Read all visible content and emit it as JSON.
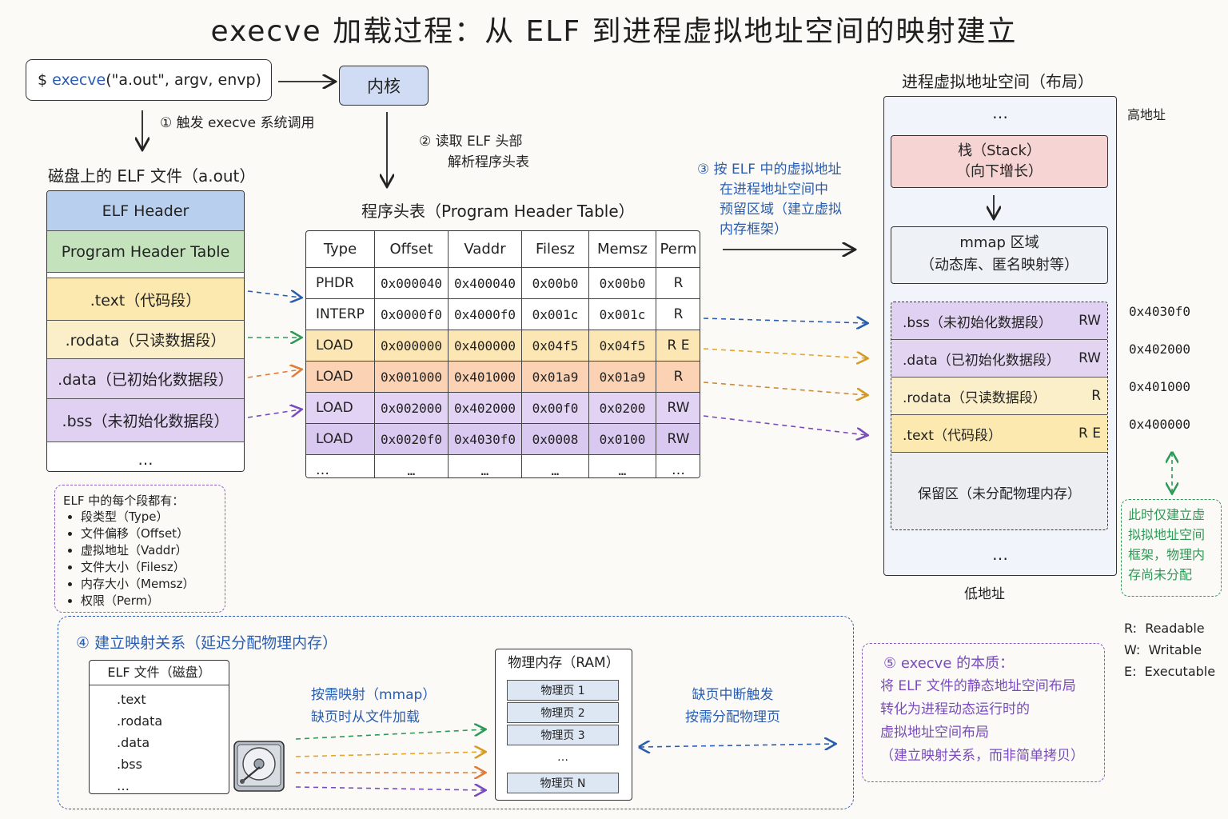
{
  "title": "execve 加载过程：从 ELF 到进程虚拟地址空间的映射建立",
  "command": {
    "prefix": "$ ",
    "func": "execve",
    "args": "(\"a.out\", argv, envp)"
  },
  "kernel": "内核",
  "steps": {
    "s1": "① 触发 execve 系统调用",
    "s2_line1": "② 读取 ELF 头部",
    "s2_line2": "解析程序头表",
    "s3_lines": [
      "③ 按 ELF 中的虚拟地址",
      "在进程地址空间中",
      "预留区域（建立虚拟",
      "内存框架）"
    ]
  },
  "elf_file": {
    "title": "磁盘上的 ELF 文件（a.out）",
    "sections": [
      {
        "label": "ELF Header",
        "color": "#b9cfee"
      },
      {
        "label": "Program Header Table",
        "color": "#c4e3bd"
      },
      {
        "label": ".text（代码段）",
        "color": "#fbe9b0"
      },
      {
        "label": ".rodata（只读数据段）",
        "color": "#fbefc9"
      },
      {
        "label": ".data（已初始化数据段）",
        "color": "#e3d5f1"
      },
      {
        "label": ".bss（未初始化数据段）",
        "color": "#e0d0f2"
      },
      {
        "label": "…",
        "color": "#ffffff"
      }
    ]
  },
  "elf_note": {
    "title": "ELF 中的每个段都有：",
    "items": [
      "段类型（Type）",
      "文件偏移（Offset）",
      "虚拟地址（Vaddr）",
      "文件大小（Filesz）",
      "内存大小（Memsz）",
      "权限（Perm）"
    ]
  },
  "pht": {
    "title": "程序头表（Program Header Table）",
    "headers": [
      "Type",
      "Offset",
      "Vaddr",
      "Filesz",
      "Memsz",
      "Perm"
    ],
    "rows": [
      {
        "cells": [
          "PHDR",
          "0x000040",
          "0x400040",
          "0x00b0",
          "0x00b0",
          "R"
        ],
        "color": "#ffffff"
      },
      {
        "cells": [
          "INTERP",
          "0x0000f0",
          "0x4000f0",
          "0x001c",
          "0x001c",
          "R"
        ],
        "color": "#ffffff"
      },
      {
        "cells": [
          "LOAD",
          "0x000000",
          "0x400000",
          "0x04f5",
          "0x04f5",
          "R E"
        ],
        "color": "#fce6b4"
      },
      {
        "cells": [
          "LOAD",
          "0x001000",
          "0x401000",
          "0x01a9",
          "0x01a9",
          "R"
        ],
        "color": "#fbd3b4"
      },
      {
        "cells": [
          "LOAD",
          "0x002000",
          "0x402000",
          "0x00f0",
          "0x0200",
          "RW"
        ],
        "color": "#e2d2f3"
      },
      {
        "cells": [
          "LOAD",
          "0x0020f0",
          "0x4030f0",
          "0x0008",
          "0x0100",
          "RW"
        ],
        "color": "#d9c9f0"
      },
      {
        "cells": [
          "…",
          "…",
          "…",
          "…",
          "…",
          "…"
        ],
        "color": "#ffffff"
      }
    ]
  },
  "vas": {
    "title": "进程虚拟地址空间（布局）",
    "high": "高地址",
    "low": "低地址",
    "top_dots": "…",
    "bottom_dots": "…",
    "stack_line1": "栈（Stack）",
    "stack_line2": "（向下增长）",
    "mmap_line1": "mmap 区域",
    "mmap_line2": "（动态库、匿名映射等）",
    "segments": [
      {
        "label": ".bss（未初始化数据段）",
        "perm": "RW",
        "addr": "0x4030f0",
        "color": "#e0d0f2"
      },
      {
        "label": ".data（已初始化数据段）",
        "perm": "RW",
        "addr": "0x402000",
        "color": "#e3d5f1"
      },
      {
        "label": ".rodata（只读数据段）",
        "perm": "R",
        "addr": "0x401000",
        "color": "#fbefc9"
      },
      {
        "label": ".text（代码段）",
        "perm": "R E",
        "addr": "0x400000",
        "color": "#fbe9b0"
      }
    ],
    "reserved": "保留区（未分配物理内存）",
    "frame_note": [
      "此时仅建立虚",
      "拟拟地址空间",
      "框架，物理内",
      "存尚未分配"
    ]
  },
  "legend": [
    "R:  Readable",
    "W:  Writable",
    "E:  Executable"
  ],
  "mapping": {
    "title": "④ 建立映射关系（延迟分配物理内存）",
    "file_title": "ELF 文件（磁盘）",
    "file_items": [
      ".text",
      ".rodata",
      ".data",
      ".bss",
      "…"
    ],
    "map_line1": "按需映射（mmap）",
    "map_line2": "缺页时从文件加载",
    "ram_title": "物理内存（RAM）",
    "ram_pages": [
      "物理页 1",
      "物理页 2",
      "物理页 3",
      "…",
      "物理页 N"
    ],
    "fault_line1": "缺页中断触发",
    "fault_line2": "按需分配物理页"
  },
  "essence": {
    "title": "⑤ execve 的本质：",
    "lines": [
      "将 ELF 文件的静态地址空间布局",
      "转化为进程动态运行时的",
      "虚拟地址空间布局",
      "（建立映射关系，而非简单拷贝）"
    ]
  },
  "colors": {
    "blue": "#2a5db0",
    "green": "#2e9a57",
    "orange": "#e07b39",
    "purple": "#7a4bbf",
    "gold": "#e3a52a"
  }
}
